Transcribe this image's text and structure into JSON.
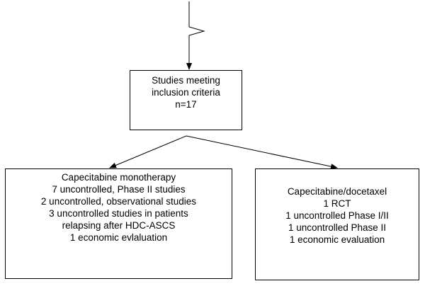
{
  "top_box": {
    "lines": [
      "Studies meeting",
      "inclusion criteria",
      "n=17"
    ]
  },
  "left_box": {
    "lines": [
      "Capecitabine monotherapy",
      "7 uncontrolled, Phase II studies",
      "2 uncontrolled, observational studies",
      "3 uncontrolled studies in patients",
      "relapsing after HDC-ASCS",
      "1 economic evlaluation"
    ]
  },
  "right_box": {
    "lines": [
      "Capecitabine/docetaxel",
      "1 RCT",
      "1 uncontrolled Phase I/II",
      "1 uncontrolled Phase II",
      "1 economic evaluation"
    ]
  },
  "colors": {
    "line": "#000000",
    "box_border": "#000000",
    "background": "#ffffff",
    "text": "#000000"
  }
}
